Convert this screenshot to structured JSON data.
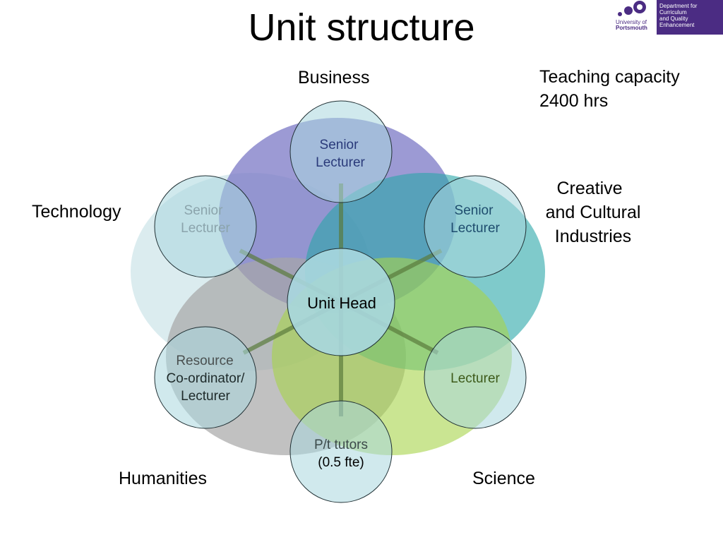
{
  "slide": {
    "title": "Unit structure"
  },
  "capacity": {
    "line1": "Teaching capacity",
    "line2": "2400 hrs"
  },
  "domains": {
    "business": "Business",
    "creative_line1": "Creative",
    "creative_line2": "and Cultural",
    "creative_line3": "Industries",
    "technology": "Technology",
    "humanities": "Humanities",
    "science": "Science"
  },
  "roles": {
    "center": "Unit Head",
    "top_line1": "Senior",
    "top_line2": "Lecturer",
    "left_line1": "Senior",
    "left_line2": "Lecturer",
    "right_line1": "Senior",
    "right_line2": "Lecturer",
    "lower_left_line1": "Resource",
    "lower_left_line2": "Co-ordinator/",
    "lower_left_line3": "Lecturer",
    "lower_right": "Lecturer",
    "bottom_line1": "P/t tutors",
    "bottom_line2": "(0.5 fte)"
  },
  "logo": {
    "university_line1": "University of",
    "university_line2": "Portsmouth",
    "dept_line1": "Department for",
    "dept_line2": "Curriculum",
    "dept_line3": "and Quality",
    "dept_line4": "Enhancement"
  },
  "colors": {
    "business": "#7b78c6",
    "creative": "#2aa7a8",
    "technology": "#cfe6ea",
    "humanities": "#a6a6a6",
    "science": "#a6d44a",
    "node_fill": "#a9d7df",
    "spoke": "#5a7a3c",
    "brand": "#4b2c83"
  }
}
